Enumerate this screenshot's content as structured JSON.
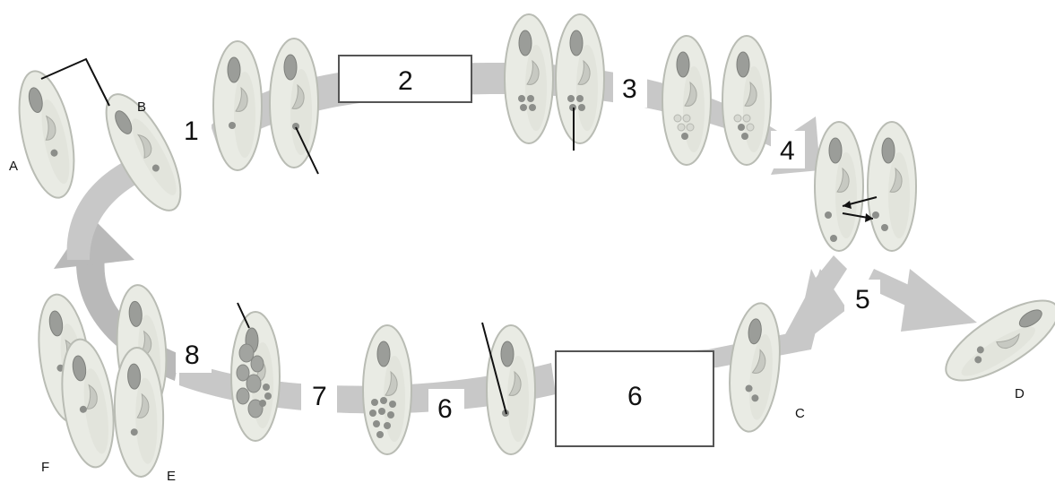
{
  "letters": {
    "A": "A",
    "B": "B",
    "C": "C",
    "D": "D",
    "E": "E",
    "F": "F"
  },
  "numbers": {
    "n1": "1",
    "n2": "2",
    "n3": "3",
    "n4": "4",
    "n5": "5",
    "n6_box": "6",
    "n6": "6",
    "n7": "7",
    "n8": "8"
  },
  "colors": {
    "cell_fill": "#e9ebe4",
    "arrow": "#c8c8c8",
    "ink": "#111111"
  }
}
